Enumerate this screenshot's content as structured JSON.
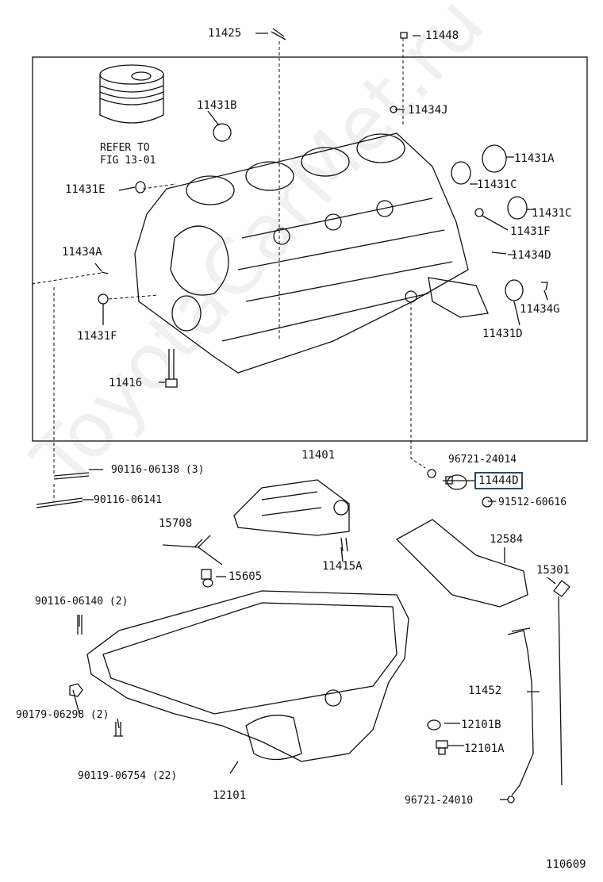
{
  "watermark": "ToyotaCarMet.ru",
  "diagram_id": "110609",
  "callouts": {
    "c11425": "11425",
    "c11448": "11448",
    "c11431B": "11431B",
    "c11434J": "11434J",
    "refer": "REFER TO",
    "fig": "FIG 13-01",
    "c11431A": "11431A",
    "c11431E": "11431E",
    "c11431C_a": "11431C",
    "c11431C_b": "11431C",
    "c11431F_a": "11431F",
    "c11434A": "11434A",
    "c11434D": "11434D",
    "c11434G": "11434G",
    "c11431F_b": "11431F",
    "c11431D": "11431D",
    "c11416": "11416",
    "c11401": "11401",
    "c96721_24014": "96721-24014",
    "c90116_06138": "90116-06138 (3)",
    "c11444D": "11444D",
    "c90116_06141": "90116-06141",
    "c91512_60616": "91512-60616",
    "c15708": "15708",
    "c12584": "12584",
    "c15605": "15605",
    "c11415A": "11415A",
    "c15301": "15301",
    "c90116_06140": "90116-06140 (2)",
    "c11452": "11452",
    "c90179_06298": "90179-06298 (2)",
    "c12101B": "12101B",
    "c12101A": "12101A",
    "c90119_06754": "90119-06754 (22)",
    "c12101": "12101",
    "c96721_24010": "96721-24010"
  },
  "colors": {
    "line": "#111111",
    "highlight": "#2f4a5a"
  }
}
